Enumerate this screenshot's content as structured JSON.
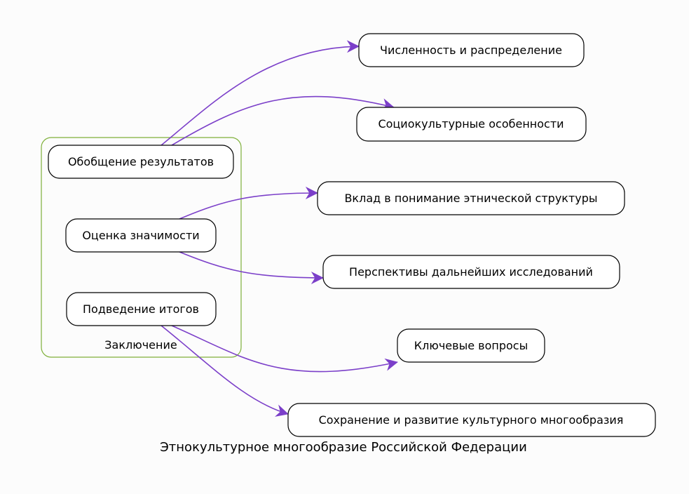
{
  "title": "Этнокультурное многообразие Российской Федерации",
  "cluster": {
    "label": "Заключение",
    "border_color": "#7fb03a"
  },
  "edge_color": "#7b3fc9",
  "sources": [
    {
      "id": "n1",
      "label": "Обобщение результатов"
    },
    {
      "id": "n2",
      "label": "Оценка значимости"
    },
    {
      "id": "n3",
      "label": "Подведение итогов"
    }
  ],
  "targets": [
    {
      "id": "t1",
      "label": "Численность и распределение"
    },
    {
      "id": "t2",
      "label": "Социокультурные особенности"
    },
    {
      "id": "t3",
      "label": "Вклад в понимание этнической структуры"
    },
    {
      "id": "t4",
      "label": "Перспективы дальнейших исследований"
    },
    {
      "id": "t5",
      "label": "Ключевые вопросы"
    },
    {
      "id": "t6",
      "label": "Сохранение и развитие культурного многообразия"
    }
  ],
  "edges": [
    {
      "from": "n1",
      "to": "t1"
    },
    {
      "from": "n1",
      "to": "t2"
    },
    {
      "from": "n2",
      "to": "t3"
    },
    {
      "from": "n2",
      "to": "t4"
    },
    {
      "from": "n3",
      "to": "t5"
    },
    {
      "from": "n3",
      "to": "t6"
    }
  ]
}
